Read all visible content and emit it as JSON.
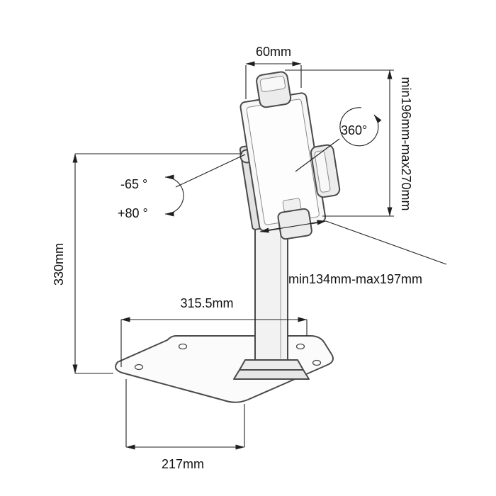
{
  "diagram": {
    "labels": {
      "top_width": "60mm",
      "height_range": "min196mm-max270mm",
      "rotation": "360°",
      "tilt_down": "-65 °",
      "tilt_up": "+80 °",
      "width_range": "min134mm-max197mm",
      "reach": "315.5mm",
      "total_height": "330mm",
      "base_width": "217mm"
    },
    "colors": {
      "line": "#1f1f1f",
      "drawing_stroke": "#4a4a4a",
      "fill_light": "#f5f5f5"
    }
  }
}
